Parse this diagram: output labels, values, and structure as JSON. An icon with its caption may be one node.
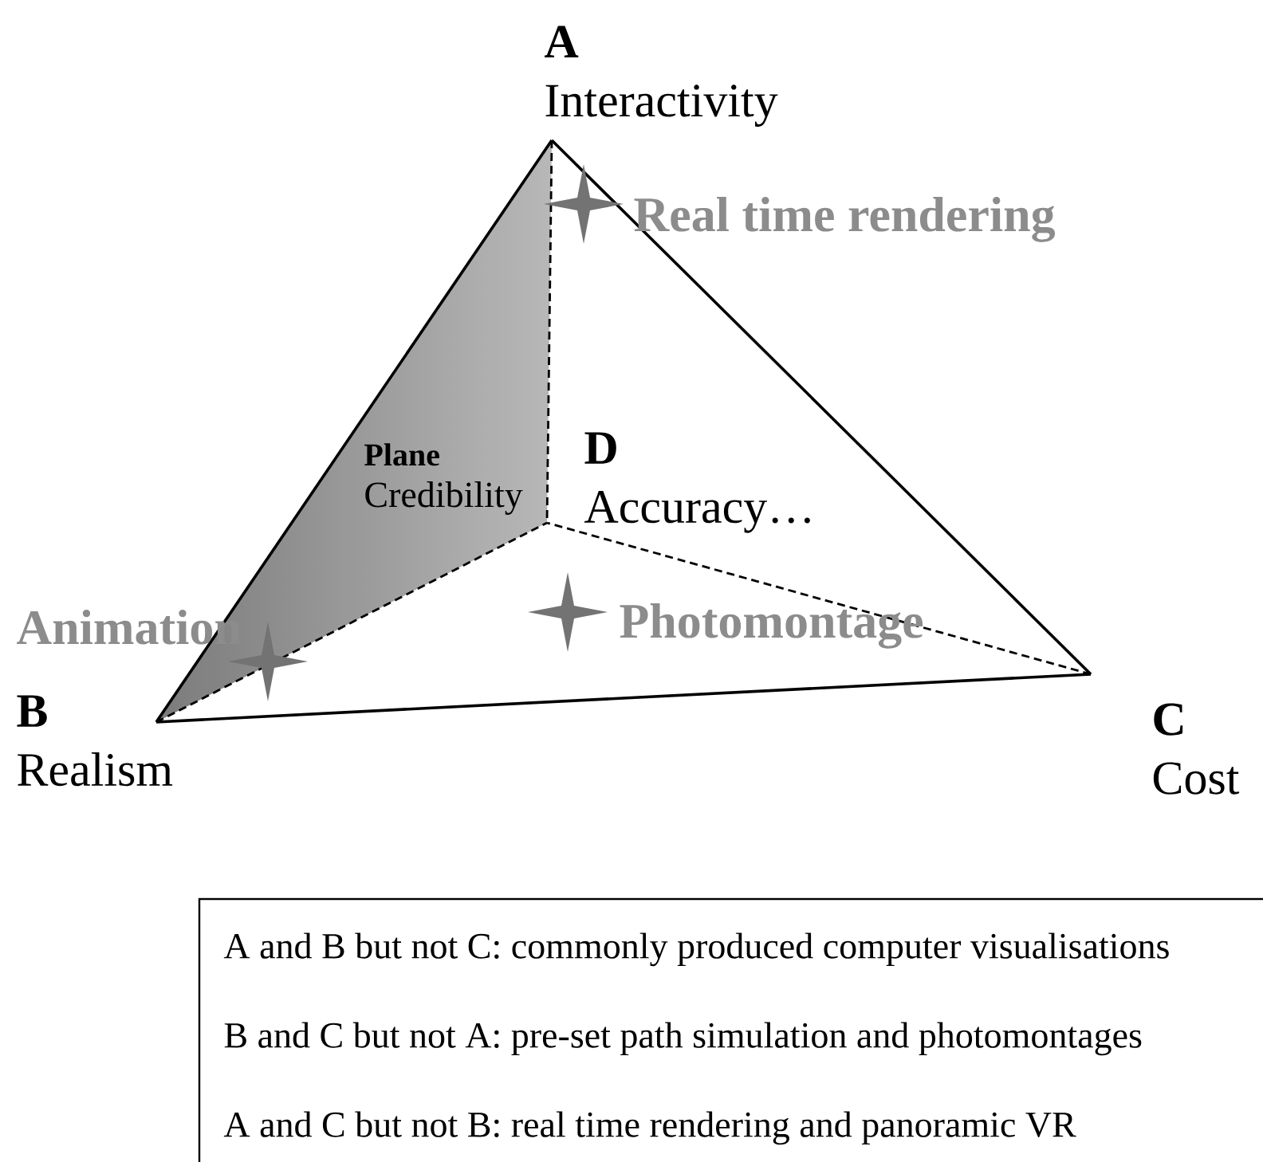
{
  "diagram": {
    "nodes": [
      {
        "text": [
          "A",
          "Interactivity"
        ]
      },
      {
        "text": [
          "B",
          "Realism"
        ]
      },
      {
        "text": [
          "C",
          "Cost"
        ]
      },
      {
        "text": [
          "D",
          "Accuracy…"
        ]
      },
      {
        "text": [
          "A and B but not C: commonly produced computer visualisations",
          "B and C but not A: pre-set path simulation and photomontages",
          "A and C but not B: real time rendering and panoramic VR"
        ]
      }
    ],
    "edges": [
      {
        "from": 0,
        "to": 1,
        "arrow": "none"
      },
      {
        "from": 0,
        "to": 2,
        "arrow": "none"
      },
      {
        "from": 1,
        "to": 2,
        "arrow": "none"
      },
      {
        "from": 0,
        "to": 3,
        "arrow": "none",
        "style": "dashed"
      },
      {
        "from": 1,
        "to": 3,
        "arrow": "none",
        "style": "dashed"
      },
      {
        "from": 2,
        "to": 3,
        "arrow": "none",
        "style": "dashed"
      }
    ],
    "labels": [
      "Real time rendering",
      "Plane",
      "Credibility",
      "Animation",
      "Photomontage"
    ]
  }
}
